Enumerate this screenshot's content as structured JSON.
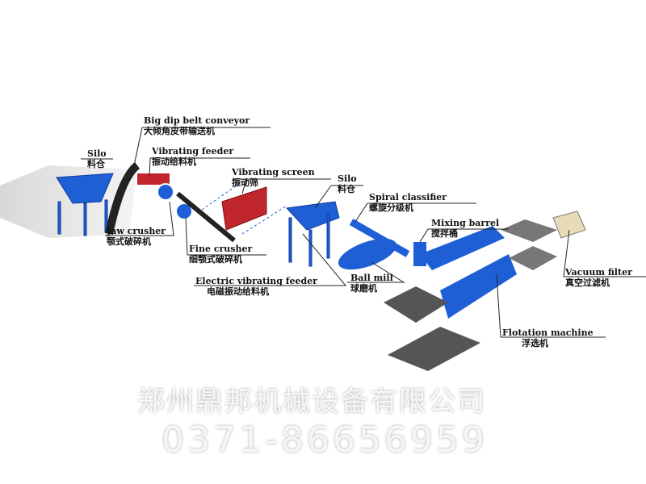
{
  "labels": {
    "big_dip_belt_conveyor": {
      "en": "Big dip belt conveyor",
      "zh": "大倾角皮带输送机"
    },
    "silo1": {
      "en": "Silo",
      "zh": "料仓"
    },
    "vibrating_feeder": {
      "en": "Vibrating feeder",
      "zh": "振动给料机"
    },
    "vibrating_screen": {
      "en": "Vibrating screen",
      "zh": "振动筛"
    },
    "silo2": {
      "en": "Silo",
      "zh": "料仓"
    },
    "spiral_classifier": {
      "en": "Spiral classifier",
      "zh": "螺旋分级机"
    },
    "jaw_crusher": {
      "en": "Jaw crusher",
      "zh": "颚式破碎机"
    },
    "mixing_barrel": {
      "en": "Mixing barrel",
      "zh": "搅拌桶"
    },
    "fine_crusher": {
      "en": "Fine crusher",
      "zh": "细颚式破碎机"
    },
    "vacuum_filter": {
      "en": "Vacuum filter",
      "zh": "真空过滤机"
    },
    "electric_vibrating_feeder": {
      "en": "Electric vibrating feeder",
      "zh": "电磁振动给料机"
    },
    "ball_mill": {
      "en": "Ball mill",
      "zh": "球磨机"
    },
    "flotation_machine": {
      "en": "Flotation machine",
      "zh": "浮选机"
    }
  },
  "watermark": {
    "company": "郑州鼎邦机械设备有限公司",
    "phone": "0371-86656959"
  },
  "colors": {
    "equipment": "#1f5fd6",
    "screen": "#c0262b",
    "ground": "#e2e2e2"
  }
}
